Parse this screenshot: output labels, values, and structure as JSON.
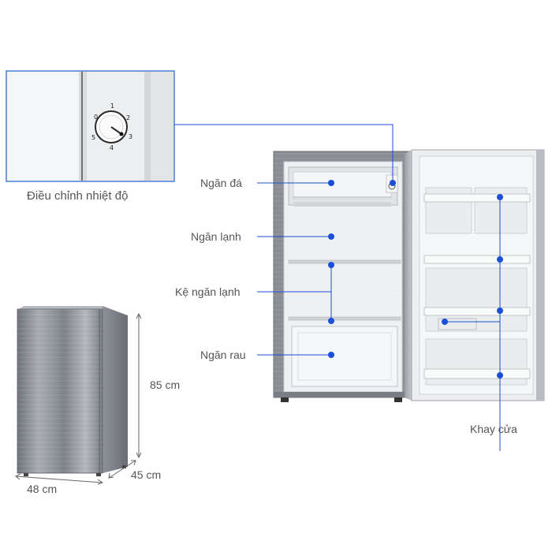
{
  "inset": {
    "caption": "Điều chỉnh nhiệt độ",
    "dial_numbers": [
      "0",
      "1",
      "2",
      "3",
      "4",
      "5"
    ]
  },
  "callouts": {
    "ice_compartment": "Ngăn đá",
    "cold_compartment": "Ngăn lạnh",
    "cold_shelf": "Kệ ngăn lạnh",
    "vegetable_drawer": "Ngăn rau",
    "door_tray": "Khay cửa"
  },
  "dimensions": {
    "height": "85 cm",
    "width": "48 cm",
    "depth": "45 cm"
  },
  "colors": {
    "callout_line": "#1a4fd6",
    "callout_dot": "#1a4fd6",
    "steel": "#8c9096",
    "interior": "#eef0f2"
  }
}
